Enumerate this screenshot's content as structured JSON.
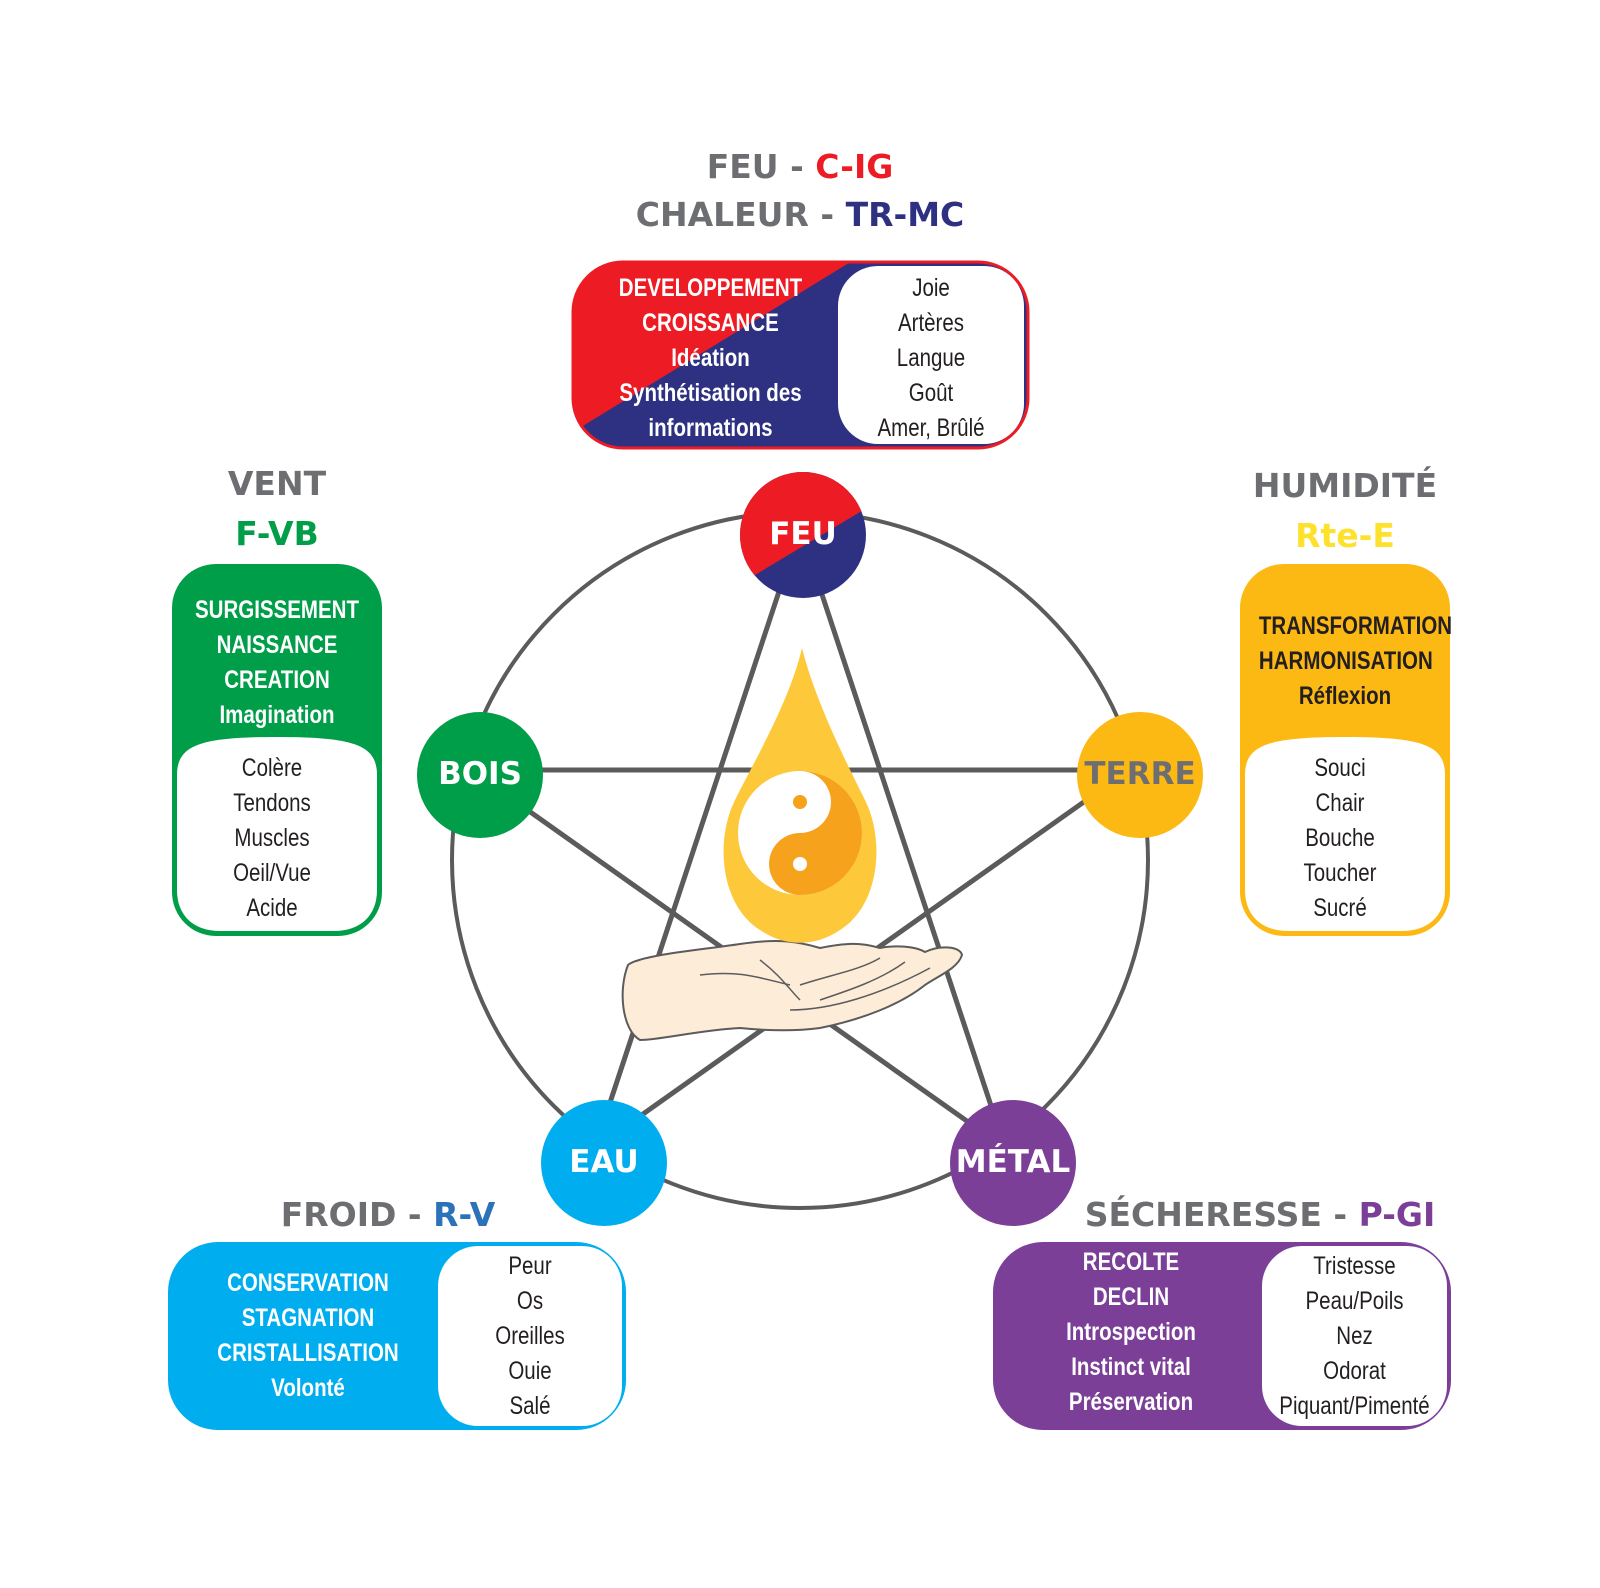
{
  "colors": {
    "fire_red": "#ed1c24",
    "fire_blue": "#2e3182",
    "wood_green": "#009e49",
    "earth_yellow": "#fcb914",
    "water_blue": "#00aeef",
    "metal_purple": "#7b3f98",
    "heading_gray": "#6d6e71",
    "line_gray": "#5b5b5b",
    "drop_yellow": "#fdc93a",
    "yin_orange": "#f6a21d",
    "hand_skin": "#fdecd8"
  },
  "elements": {
    "feu": {
      "node_label": "FEU",
      "heading_line1_main": "FEU",
      "heading_line1_sep": " - ",
      "heading_line1_code": "C-IG",
      "heading_line2_main": "CHALEUR",
      "heading_line2_sep": " - ",
      "heading_line2_code": "TR-MC",
      "qualities": [
        "DEVELOPPEMENT",
        "CROISSANCE",
        "Idéation",
        "Synthétisation des",
        "informations"
      ],
      "correspondences": [
        "Joie",
        "Artères",
        "Langue",
        "Goût",
        "Amer, Brûlé"
      ]
    },
    "bois": {
      "node_label": "BOIS",
      "heading_main": "VENT",
      "heading_code": "F-VB",
      "qualities": [
        "SURGISSEMENT",
        "NAISSANCE",
        "CREATION",
        "Imagination"
      ],
      "correspondences": [
        "Colère",
        "Tendons",
        "Muscles",
        "Oeil/Vue",
        "Acide"
      ]
    },
    "terre": {
      "node_label": "TERRE",
      "heading_main": "HUMIDITÉ",
      "heading_code": "Rte-E",
      "qualities": [
        "TRANSFORMATION",
        "HARMONISATION",
        "Réflexion"
      ],
      "correspondences": [
        "Souci",
        "Chair",
        "Bouche",
        "Toucher",
        "Sucré"
      ]
    },
    "eau": {
      "node_label": "EAU",
      "heading_main": "FROID",
      "heading_sep": " - ",
      "heading_code": "R-V",
      "qualities": [
        "CONSERVATION",
        "STAGNATION",
        "CRISTALLISATION",
        "Volonté"
      ],
      "correspondences": [
        "Peur",
        "Os",
        "Oreilles",
        "Ouie",
        "Salé"
      ]
    },
    "metal": {
      "node_label": "MÉTAL",
      "heading_main": "SÉCHERESSE",
      "heading_sep": " - ",
      "heading_code": "P-GI",
      "qualities": [
        "RECOLTE",
        "DECLIN",
        "Introspection",
        "Instinct vital",
        "Préservation"
      ],
      "correspondences": [
        "Tristesse",
        "Peau/Poils",
        "Nez",
        "Odorat",
        "Piquant/Pimenté"
      ]
    }
  },
  "center": {
    "icon": "yin-yang-drop",
    "hand": "open-palm-hand"
  }
}
